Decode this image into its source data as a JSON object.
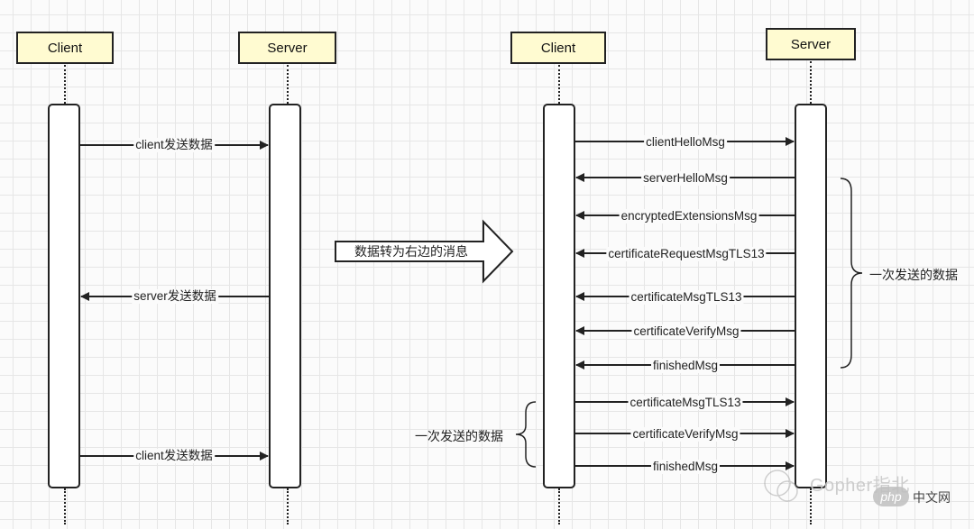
{
  "left": {
    "client_label": "Client",
    "server_label": "Server",
    "messages": [
      {
        "text": "client发送数据",
        "direction": "to-server"
      },
      {
        "text": "server发送数据",
        "direction": "to-client"
      },
      {
        "text": "client发送数据",
        "direction": "to-server"
      }
    ]
  },
  "transform_label": "数据转为右边的消息",
  "right": {
    "client_label": "Client",
    "server_label": "Server",
    "messages": [
      {
        "text": "clientHelloMsg",
        "direction": "to-server"
      },
      {
        "text": "serverHelloMsg",
        "direction": "to-client"
      },
      {
        "text": "encryptedExtensionsMsg",
        "direction": "to-client"
      },
      {
        "text": "certificateRequestMsgTLS13",
        "direction": "to-client"
      },
      {
        "text": "certificateMsgTLS13",
        "direction": "to-client"
      },
      {
        "text": "certificateVerifyMsg",
        "direction": "to-client"
      },
      {
        "text": "finishedMsg",
        "direction": "to-client"
      },
      {
        "text": "certificateMsgTLS13",
        "direction": "to-server"
      },
      {
        "text": "certificateVerifyMsg",
        "direction": "to-server"
      },
      {
        "text": "finishedMsg",
        "direction": "to-server"
      }
    ],
    "server_batch_note": "一次发送的数据",
    "client_batch_note": "一次发送的数据"
  },
  "watermark": {
    "text": "Gopher指北",
    "badge": "php",
    "site": "中文网"
  }
}
